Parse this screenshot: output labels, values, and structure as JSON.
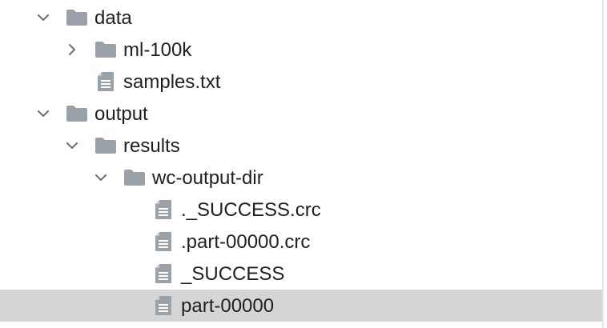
{
  "tree": {
    "data_folder": {
      "label": "data",
      "expanded": true,
      "icon": "folder-icon"
    },
    "ml_folder": {
      "label": "ml-100k",
      "expanded": false,
      "icon": "folder-icon"
    },
    "samples_file": {
      "label": "samples.txt",
      "icon": "file-icon"
    },
    "output_folder": {
      "label": "output",
      "expanded": true,
      "icon": "folder-icon"
    },
    "results_folder": {
      "label": "results",
      "expanded": true,
      "icon": "folder-icon"
    },
    "wc_folder": {
      "label": "wc-output-dir",
      "expanded": true,
      "icon": "folder-icon"
    },
    "success_crc_file": {
      "label": "._SUCCESS.crc",
      "icon": "file-icon"
    },
    "part_crc_file": {
      "label": ".part-00000.crc",
      "icon": "file-icon"
    },
    "success_file": {
      "label": "_SUCCESS",
      "icon": "file-icon"
    },
    "part_file": {
      "label": "part-00000",
      "icon": "file-icon",
      "selected": true
    }
  },
  "colors": {
    "icon_gray": "#9aa1a8",
    "selection_bg": "#d5d5d5",
    "text": "#1f1f1f"
  }
}
